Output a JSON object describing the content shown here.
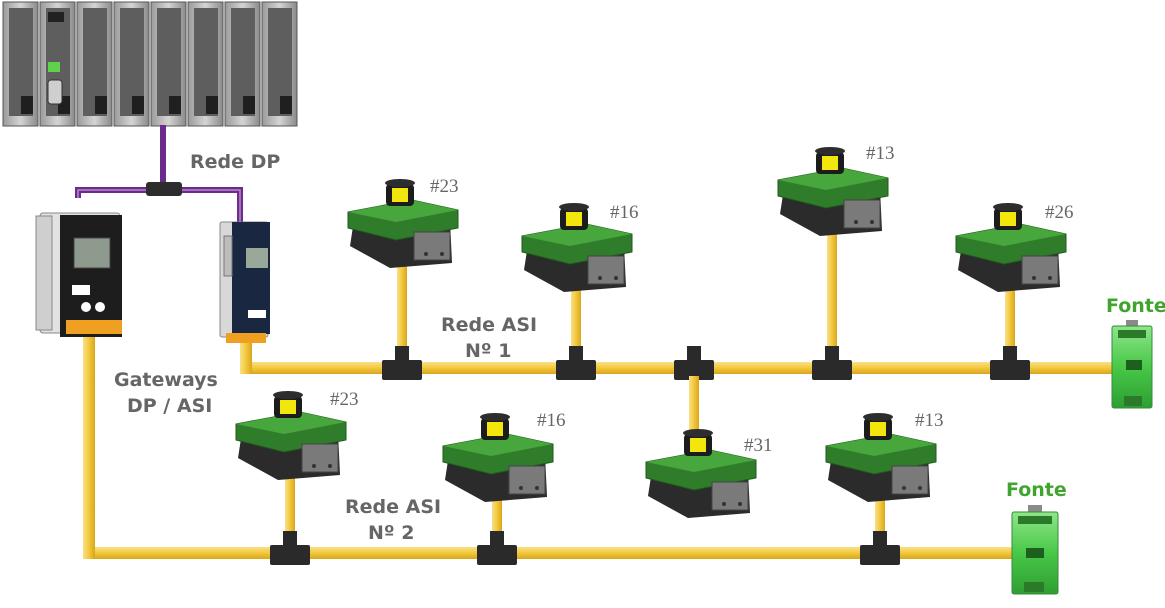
{
  "labels": {
    "rede_dp": "Rede DP",
    "gateways_line1": "Gateways",
    "gateways_line2": "DP / ASI",
    "rede_asi1_line1": "Rede ASI",
    "rede_asi1_line2": "Nº 1",
    "rede_asi2_line1": "Rede ASI",
    "rede_asi2_line2": "Nº 2",
    "fonte1": "Fonte",
    "fonte2": "Fonte"
  },
  "network1_devices": [
    {
      "address": "#23"
    },
    {
      "address": "#16"
    },
    {
      "address": "#13"
    },
    {
      "address": "#26"
    }
  ],
  "network2_devices": [
    {
      "address": "#23"
    },
    {
      "address": "#16"
    },
    {
      "address": "#31"
    },
    {
      "address": "#13"
    }
  ],
  "colors": {
    "asi_cable": "#f3c83a",
    "dp_cable": "#6b2a8c",
    "device_body": "#2f7d2a",
    "power_supply": "#48c848",
    "label_text": "#666666",
    "label_green": "#3fa52f"
  },
  "plc_modules": [
    "module",
    "module",
    "module",
    "module",
    "module",
    "module",
    "module",
    "module"
  ]
}
